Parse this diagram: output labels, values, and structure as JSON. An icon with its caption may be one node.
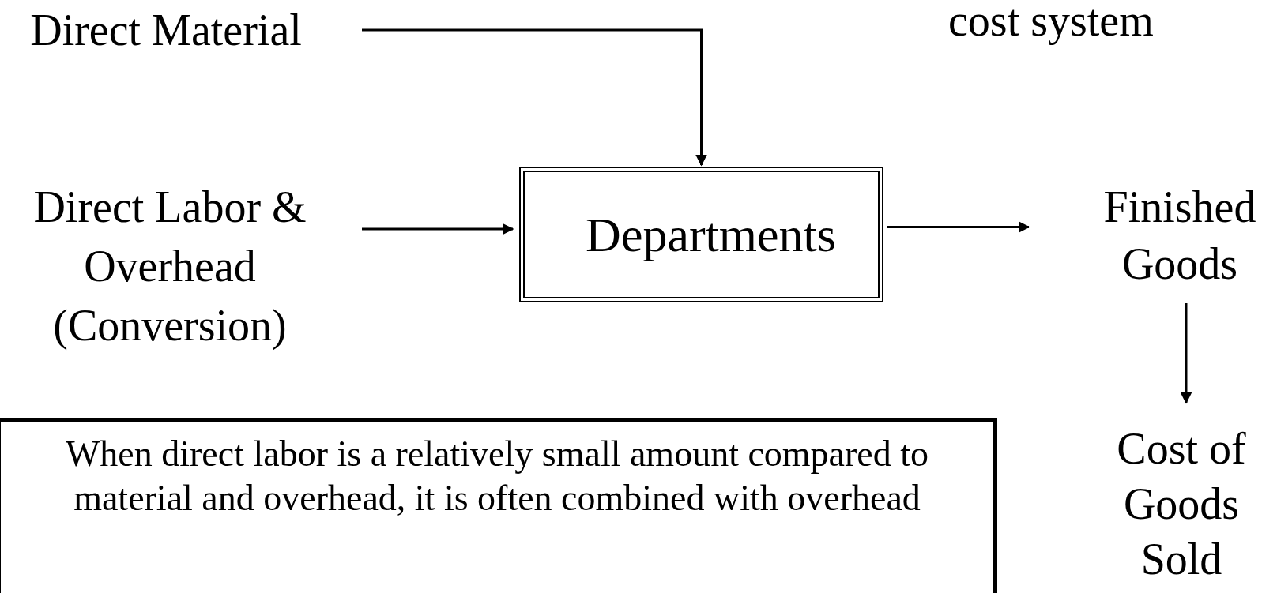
{
  "diagram": {
    "nodes": [
      {
        "text": [
          "Direct Material"
        ]
      },
      {
        "text": [
          "Direct Labor & Overhead (Conversion)"
        ]
      },
      {
        "text": [
          "Departments"
        ]
      },
      {
        "text": [
          "Finished Goods"
        ]
      },
      {
        "text": [
          "Cost of Goods Sold"
        ]
      },
      {
        "text": [
          "When direct labor is a relatively small amount compared to material and overhead, it is often combined with overhead"
        ]
      }
    ],
    "edges": [
      {
        "from": 0,
        "to": 2,
        "arrow": "to"
      },
      {
        "from": 1,
        "to": 2,
        "arrow": "to"
      },
      {
        "from": 2,
        "to": 3,
        "arrow": "to"
      },
      {
        "from": 3,
        "to": 4,
        "arrow": "to"
      }
    ],
    "labels": [
      "cost system"
    ]
  }
}
